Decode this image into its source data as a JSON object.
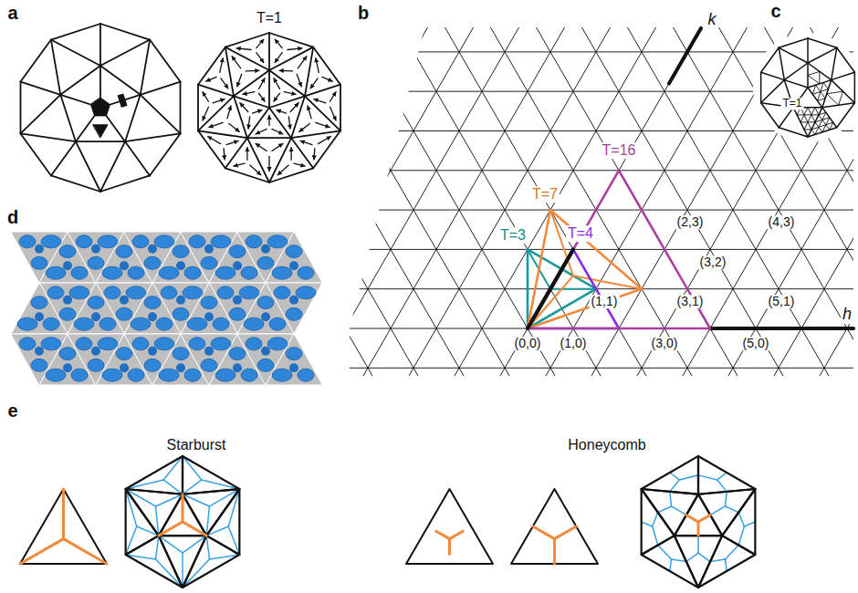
{
  "diagram": {
    "labels": [
      "a",
      "T=1",
      "b",
      "c",
      "T=1",
      "k",
      "T=16",
      "T=7",
      "T=3",
      "T=4",
      "(2,3)",
      "(4,3)",
      "(3,2)",
      "(1,1)",
      "(3,1)",
      "(5,1)",
      "(0,0)",
      "(1,0)",
      "(3,0)",
      "(5,0)",
      "h",
      "d",
      "e",
      "Starburst",
      "Honeycomb"
    ]
  }
}
